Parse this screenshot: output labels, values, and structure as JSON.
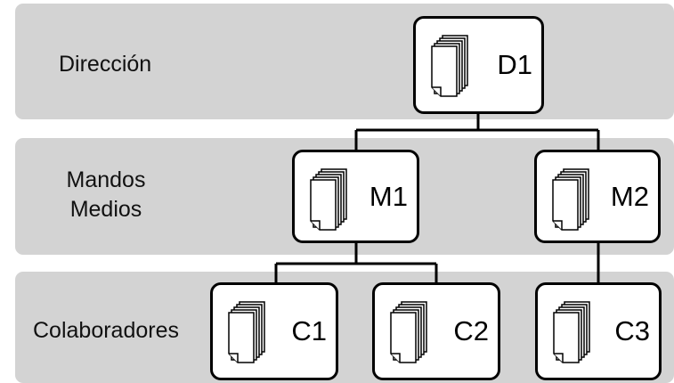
{
  "levels": {
    "direccion": "Dirección",
    "mandos_line1": "Mandos",
    "mandos_line2": "Medios",
    "colaboradores": "Colaboradores"
  },
  "nodes": {
    "d1": "D1",
    "m1": "M1",
    "m2": "M2",
    "c1": "C1",
    "c2": "C2",
    "c3": "C3"
  },
  "icons": {
    "node_icon": "document-stack-icon"
  },
  "colors": {
    "band": "#d3d3d3",
    "node_border": "#000000",
    "node_fill": "#ffffff"
  }
}
